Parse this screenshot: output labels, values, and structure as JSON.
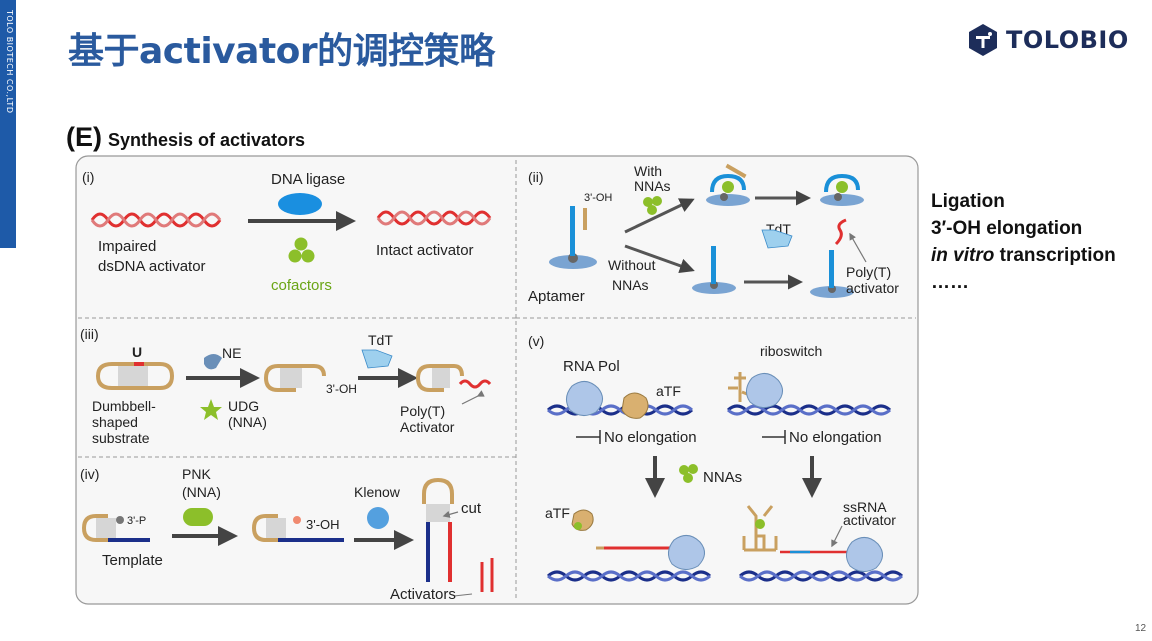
{
  "side_label": "TOLO BIOTECH CO.,LTD",
  "title": "基于activator的调控策略",
  "logo": {
    "text": "TOLOBIO",
    "icon": "tolobio-logo-icon",
    "color": "#1d2d5a"
  },
  "figure": {
    "letter": "(E)",
    "title": "Synthesis of activators",
    "panel_i": {
      "label": "(i)",
      "enzyme": "DNA ligase",
      "input_line1": "Impaired",
      "input_line2": "dsDNA activator",
      "output": "Intact activator",
      "cofactors": "cofactors"
    },
    "panel_ii": {
      "label": "(ii)",
      "oh": "3'-OH",
      "with_line1": "With",
      "with_line2": "NNAs",
      "without_line1": "Without",
      "without_line2": "NNAs",
      "aptamer": "Aptamer",
      "tdt": "TdT",
      "polyt_line1": "Poly(T)",
      "polyt_line2": "activator"
    },
    "panel_iii": {
      "label": "(iii)",
      "u": "U",
      "ne": "NE",
      "udg_line1": "UDG",
      "udg_line2": "(NNA)",
      "substrate_line1": "Dumbbell-",
      "substrate_line2": "shaped",
      "substrate_line3": "substrate",
      "oh": "3'-OH",
      "tdt": "TdT",
      "polyt_line1": "Poly(T)",
      "polyt_line2": "Activator"
    },
    "panel_iv": {
      "label": "(iv)",
      "pnk_line1": "PNK",
      "pnk_line2": "(NNA)",
      "p3": "3'-P",
      "template": "Template",
      "oh": "3'-OH",
      "klenow": "Klenow",
      "cut": "cut",
      "activators": "Activators"
    },
    "panel_v": {
      "label": "(v)",
      "rna_pol": "RNA Pol",
      "atf": "aTF",
      "riboswitch": "riboswitch",
      "no_elong_1": "No elongation",
      "no_elong_2": "No elongation",
      "nnas": "NNAs",
      "atf2": "aTF",
      "ssrna_line1": "ssRNA",
      "ssrna_line2": "activator"
    }
  },
  "strategies": {
    "ligation": "Ligation",
    "elongation": "3′-OH elongation",
    "ivt_italic": "in vitro",
    "ivt_rest": " transcription",
    "ellipsis": "……"
  },
  "page_number": "12",
  "colors": {
    "title_blue": "#2a5a9e",
    "side_bar": "#1e5aa8",
    "dna_red": "#e03030",
    "dna_navy": "#1b2f8a",
    "cofactor_green": "#8cbf2a",
    "ligase_blue": "#1a8fe0",
    "hairpin_tan": "#c9a060",
    "strand_blue": "#1a90d8"
  }
}
